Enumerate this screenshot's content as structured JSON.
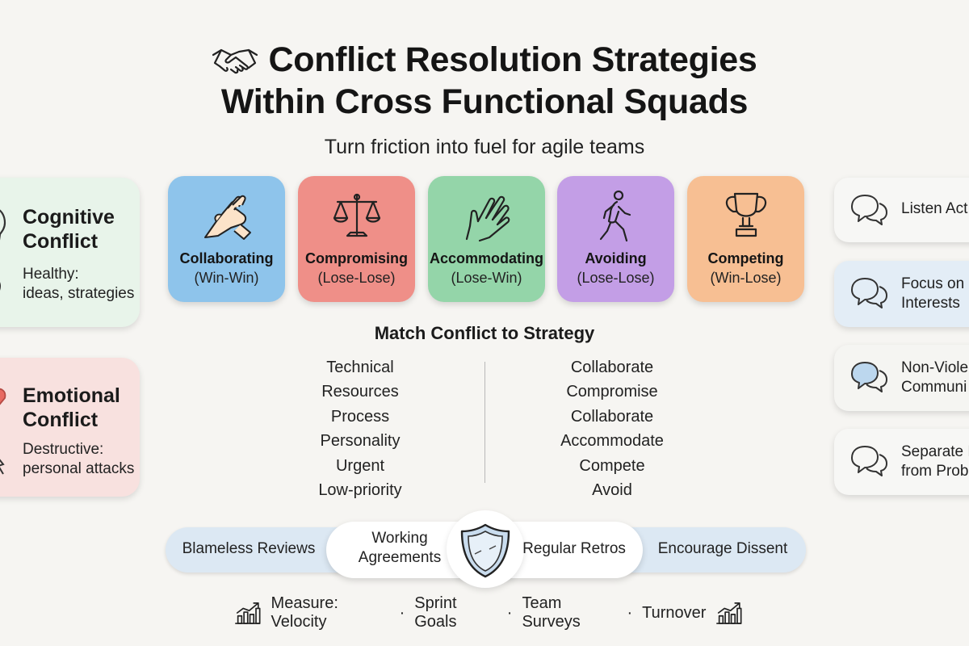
{
  "header": {
    "title_line1": "Conflict Resolution Strategies",
    "title_line2": "Within Cross Functional Squads",
    "subtitle": "Turn friction into fuel for agile teams",
    "title_icon": "handshake-icon"
  },
  "conflict_types": [
    {
      "title_line1": "Cognitive",
      "title_line2": "Conflict",
      "desc_line1": "Healthy:",
      "desc_line2": "ideas, strategies",
      "color": "#e8f4ea"
    },
    {
      "title_line1": "Emotional",
      "title_line2": "Conflict",
      "desc_line1": "Destructive:",
      "desc_line2": "personal attacks",
      "color": "#f8e1df"
    }
  ],
  "strategies": [
    {
      "name": "Collaborating",
      "outcome": "(Win-Win)",
      "icon": "clasped-hands-icon",
      "color": "#8ec4eb"
    },
    {
      "name": "Compromising",
      "outcome": "(Lose-Lose)",
      "icon": "scales-icon",
      "color": "#ef8f88"
    },
    {
      "name": "Accommodating",
      "outcome": "(Lose-Win)",
      "icon": "open-hand-icon",
      "color": "#94d5a9"
    },
    {
      "name": "Avoiding",
      "outcome": "(Lose-Lose)",
      "icon": "walking-person-icon",
      "color": "#c39ee6"
    },
    {
      "name": "Competing",
      "outcome": "(Win-Lose)",
      "icon": "trophy-icon",
      "color": "#f7bf93"
    }
  ],
  "match": {
    "heading": "Match Conflict to Strategy",
    "conflicts": [
      "Technical",
      "Resources",
      "Process",
      "Personality",
      "Urgent",
      "Low-priority"
    ],
    "strategies": [
      "Collaborate",
      "Compromise",
      "Collaborate",
      "Accommodate",
      "Compete",
      "Avoid"
    ]
  },
  "practices": [
    {
      "line1": "Listen Act",
      "line2": "",
      "color": "#f7f7f5"
    },
    {
      "line1": "Focus on",
      "line2": "Interests",
      "color": "#e3edf6"
    },
    {
      "line1": "Non-Viole",
      "line2": "Communi",
      "color": "#f5f5f2"
    },
    {
      "line1": "Separate P",
      "line2": "from Prob",
      "color": "#f7f7f5"
    }
  ],
  "team_practices": {
    "items": [
      "Blameless Reviews",
      "Working",
      "Agreements",
      "Regular Retros",
      "Encourage Dissent"
    ],
    "center_icon": "shield-icon"
  },
  "metrics": {
    "prefix": "Measure: Velocity",
    "items": [
      "Sprint Goals",
      "Team Surveys",
      "Turnover"
    ],
    "separator": "·",
    "icon": "growth-chart-icon"
  }
}
